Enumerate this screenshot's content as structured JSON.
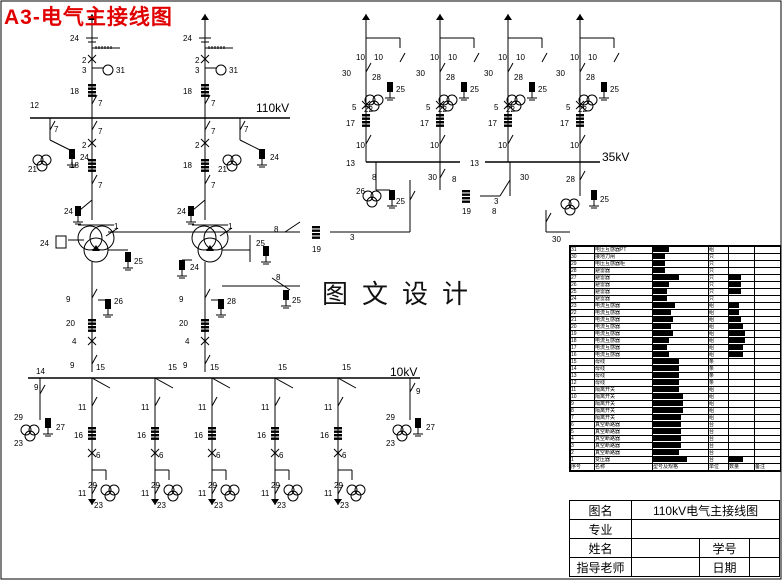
{
  "title": "A3-电气主接线图",
  "watermark": "图文设计",
  "voltage": {
    "hv": "110kV",
    "mv": "35kV",
    "lv": "10kV"
  },
  "title_block": {
    "name_label": "图名",
    "name_value": "110kV电气主接线图",
    "major_label": "专业",
    "student_label": "姓名",
    "number_label": "学号",
    "teacher_label": "指导老师",
    "date_label": "日期"
  },
  "bom_header": {
    "no": "序号",
    "name": "名称",
    "model": "型号及规格",
    "unit": "单位",
    "qty": "数量",
    "note": "备注"
  },
  "bom": [
    {
      "no": "31",
      "name": "电压互感器PT",
      "unit": "组"
    },
    {
      "no": "30",
      "name": "接地刀闸",
      "unit": "只"
    },
    {
      "no": "29",
      "name": "电压互感器柜",
      "unit": "只"
    },
    {
      "no": "28",
      "name": "避雷器",
      "unit": "只"
    },
    {
      "no": "27",
      "name": "避雷器",
      "unit": "只"
    },
    {
      "no": "26",
      "name": "避雷器",
      "unit": "只"
    },
    {
      "no": "25",
      "name": "避雷器",
      "unit": "只"
    },
    {
      "no": "24",
      "name": "避雷器",
      "unit": "只"
    },
    {
      "no": "23",
      "name": "电流互感器",
      "unit": "组"
    },
    {
      "no": "22",
      "name": "电流互感器",
      "unit": "组"
    },
    {
      "no": "21",
      "name": "电流互感器",
      "unit": "组"
    },
    {
      "no": "20",
      "name": "电流互感器",
      "unit": "组"
    },
    {
      "no": "19",
      "name": "电流互感器",
      "unit": "组"
    },
    {
      "no": "18",
      "name": "电流互感器",
      "unit": "组"
    },
    {
      "no": "17",
      "name": "电流互感器",
      "unit": "组"
    },
    {
      "no": "16",
      "name": "电流互感器",
      "unit": "组"
    },
    {
      "no": "15",
      "name": "母线",
      "unit": "条"
    },
    {
      "no": "14",
      "name": "母线",
      "unit": "条"
    },
    {
      "no": "13",
      "name": "母线",
      "unit": "条"
    },
    {
      "no": "12",
      "name": "母线",
      "unit": "条"
    },
    {
      "no": "11",
      "name": "隔离开关",
      "unit": "组"
    },
    {
      "no": "10",
      "name": "隔离开关",
      "unit": "组"
    },
    {
      "no": "9",
      "name": "隔离开关",
      "unit": "组"
    },
    {
      "no": "8",
      "name": "隔离开关",
      "unit": "组"
    },
    {
      "no": "7",
      "name": "隔离开关",
      "unit": "组"
    },
    {
      "no": "6",
      "name": "真空断路器",
      "unit": "台"
    },
    {
      "no": "5",
      "name": "真空断路器",
      "unit": "台"
    },
    {
      "no": "4",
      "name": "真空断路器",
      "unit": "台"
    },
    {
      "no": "3",
      "name": "真空断路器",
      "unit": "台"
    },
    {
      "no": "2",
      "name": "真空断路器",
      "unit": "台"
    },
    {
      "no": "1",
      "name": "变压器",
      "unit": "台"
    }
  ]
}
